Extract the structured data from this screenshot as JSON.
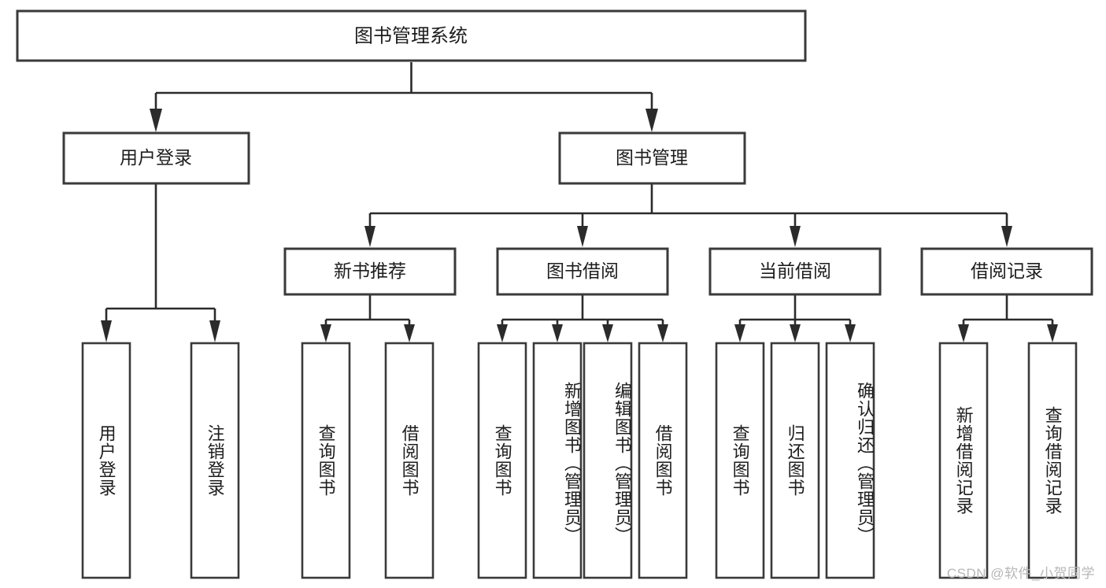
{
  "diagram": {
    "type": "tree-hierarchy",
    "title": "图书管理系统",
    "root": {
      "id": "root",
      "label": "图书管理系统"
    },
    "level2": [
      {
        "id": "user-login",
        "label": "用户登录"
      },
      {
        "id": "book-manage",
        "label": "图书管理"
      }
    ],
    "level3": [
      {
        "id": "new-book-rec",
        "label": "新书推荐",
        "parent": "book-manage"
      },
      {
        "id": "book-borrow",
        "label": "图书借阅",
        "parent": "book-manage"
      },
      {
        "id": "current-borrow",
        "label": "当前借阅",
        "parent": "book-manage"
      },
      {
        "id": "borrow-record",
        "label": "借阅记录",
        "parent": "book-manage"
      }
    ],
    "leaves": [
      {
        "id": "leaf-user-login",
        "label": "用户登录",
        "parent": "user-login"
      },
      {
        "id": "leaf-logout",
        "label": "注销登录",
        "parent": "user-login"
      },
      {
        "id": "leaf-query-book-1",
        "label": "查询图书",
        "parent": "new-book-rec"
      },
      {
        "id": "leaf-borrow-book-1",
        "label": "借阅图书",
        "parent": "new-book-rec"
      },
      {
        "id": "leaf-query-book-2",
        "label": "查询图书",
        "parent": "book-borrow"
      },
      {
        "id": "leaf-add-book",
        "label": "新增图书（管理员）",
        "parent": "book-borrow"
      },
      {
        "id": "leaf-edit-book",
        "label": "编辑图书（管理员）",
        "parent": "book-borrow"
      },
      {
        "id": "leaf-borrow-book-2",
        "label": "借阅图书",
        "parent": "book-borrow"
      },
      {
        "id": "leaf-query-book-3",
        "label": "查询图书",
        "parent": "current-borrow"
      },
      {
        "id": "leaf-return-book",
        "label": "归还图书",
        "parent": "current-borrow"
      },
      {
        "id": "leaf-confirm-return",
        "label": "确认归还（管理员）",
        "parent": "current-borrow"
      },
      {
        "id": "leaf-add-record",
        "label": "新增借阅记录",
        "parent": "borrow-record"
      },
      {
        "id": "leaf-query-record",
        "label": "查询借阅记录",
        "parent": "borrow-record"
      }
    ],
    "colors": {
      "box_border": "#3a3a3a",
      "connector": "#2b2b2b",
      "background": "#ffffff",
      "text": "#1d1d1d",
      "watermark": "#b7b7b7"
    }
  },
  "watermark": {
    "text": "CSDN @软件_小贺同学"
  }
}
